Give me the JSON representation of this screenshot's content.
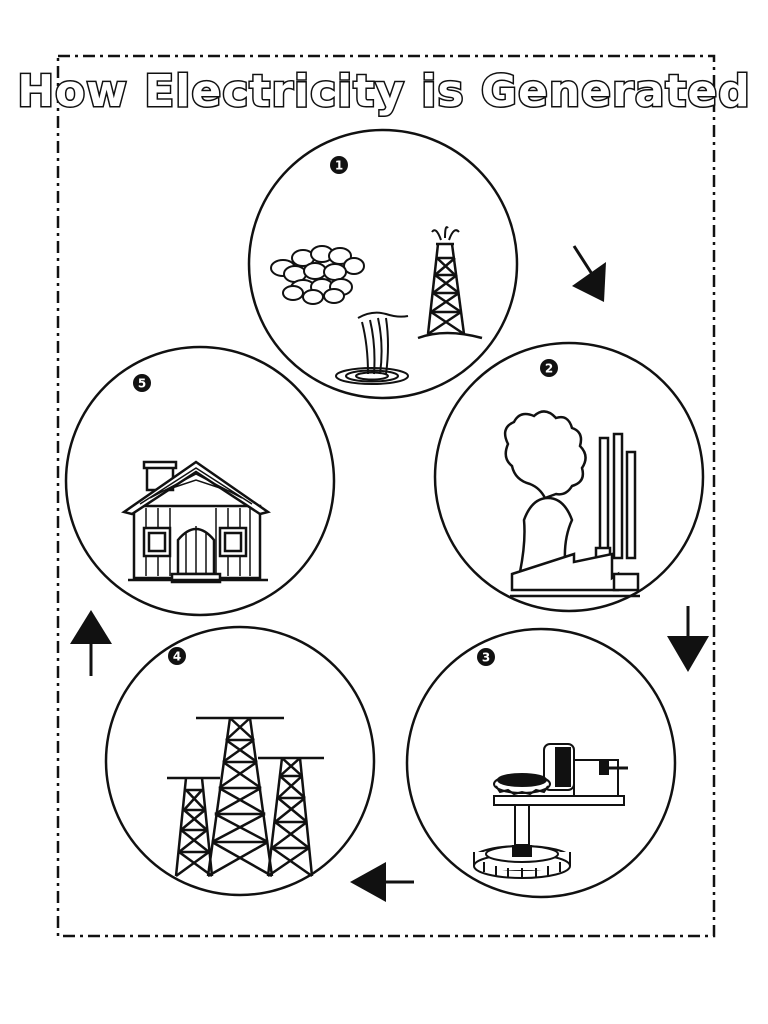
{
  "title": "How Electricity is Generated",
  "steps": [
    {
      "number": "1",
      "icon": "energy-sources-icon"
    },
    {
      "number": "2",
      "icon": "power-plant-icon"
    },
    {
      "number": "3",
      "icon": "turbine-generator-icon"
    },
    {
      "number": "4",
      "icon": "transmission-towers-icon"
    },
    {
      "number": "5",
      "icon": "house-icon"
    }
  ],
  "colors": {
    "ink": "#111111",
    "paper": "#ffffff"
  }
}
